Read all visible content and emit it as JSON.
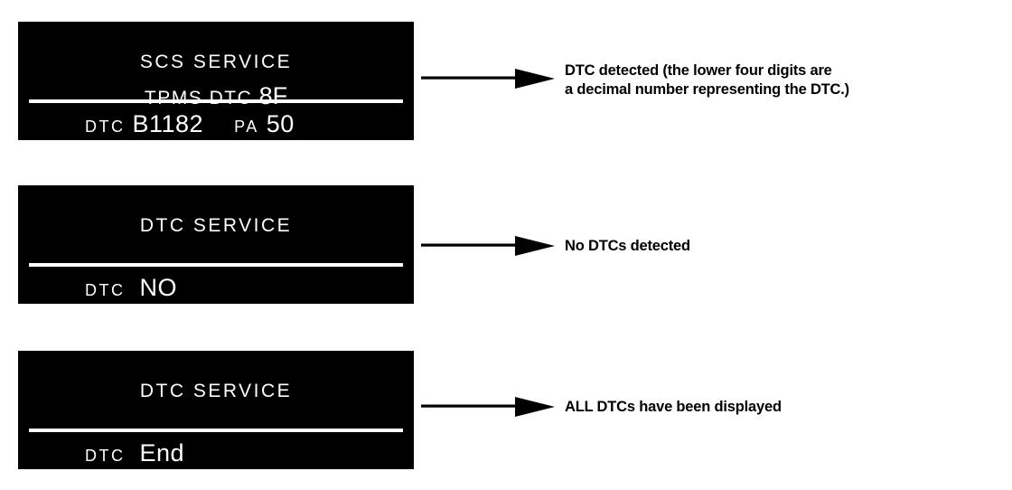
{
  "figure": {
    "background_color": "#ffffff",
    "display_background_color": "#000000",
    "display_text_color": "#ffffff",
    "annotation_color": "#000000"
  },
  "panels": [
    {
      "id": "dtc-detected",
      "title": "SCS SERVICE",
      "subtitle_prefix": "TPMS DTC ",
      "subtitle_value": "8F",
      "bottom_label": "DTC",
      "bottom_value": "B1182",
      "bottom_label_2": "PA",
      "bottom_value_2": "50",
      "note": "DTC detected (the lower four digits are\na decimal number representing the DTC.)"
    },
    {
      "id": "no-dtc",
      "title": "DTC SERVICE",
      "subtitle_prefix": "",
      "subtitle_value": "",
      "bottom_label": "DTC",
      "bottom_value": "NO",
      "note": "No DTCs detected"
    },
    {
      "id": "dtc-end",
      "title": "DTC SERVICE",
      "subtitle_prefix": "",
      "subtitle_value": "",
      "bottom_label": "DTC",
      "bottom_value": "End",
      "note": "ALL DTCs have been displayed"
    }
  ]
}
